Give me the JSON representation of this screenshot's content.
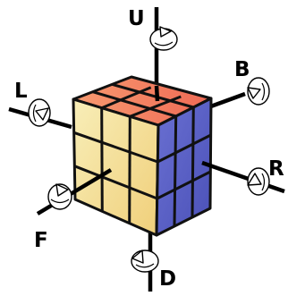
{
  "moves": {
    "up": "U",
    "back": "B",
    "left": "L",
    "right": "R",
    "front": "F",
    "down": "D"
  },
  "colors": {
    "top_face": "#f47a5c",
    "front_face": "#f5e29a",
    "right_face": "#5c64c8",
    "outline": "#111111"
  },
  "icons": [
    "rotation-arrow-icon"
  ]
}
